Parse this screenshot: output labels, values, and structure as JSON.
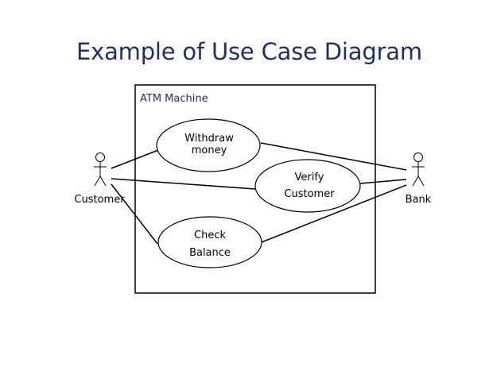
{
  "title": "Example of Use Case Diagram",
  "system_boundary": {
    "label": "ATM Machine"
  },
  "actors": {
    "customer": {
      "label": "Customer"
    },
    "bank": {
      "label": "Bank"
    }
  },
  "use_cases": {
    "withdraw": {
      "line1": "Withdraw",
      "line2": "money"
    },
    "verify": {
      "line1": "Verify",
      "line2": "Customer"
    },
    "check": {
      "line1": "Check",
      "line2": "Balance"
    }
  },
  "colors": {
    "title": "#1f2f6b",
    "stroke": "#000000"
  }
}
